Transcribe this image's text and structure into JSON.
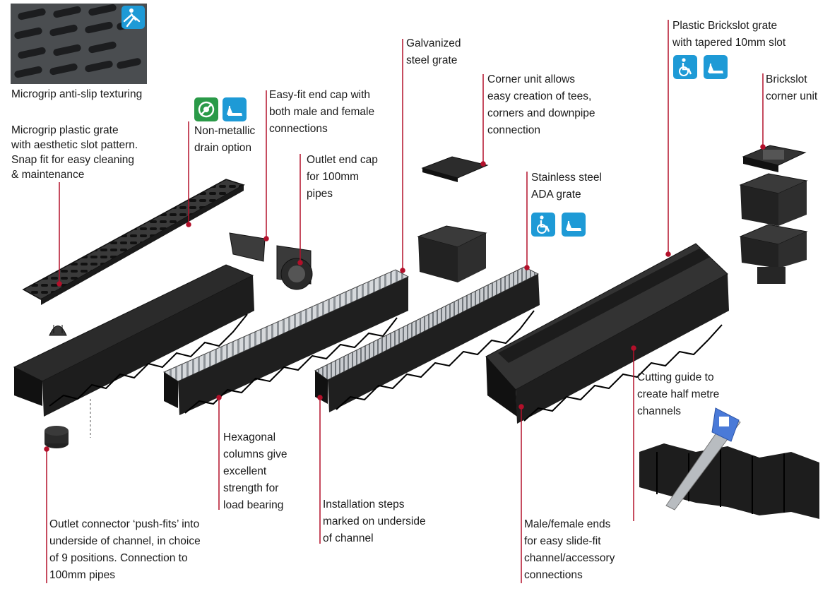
{
  "labels": {
    "micro_texturing": "Microgrip anti-slip texturing",
    "micro_grate": "Microgrip plastic grate\nwith aesthetic slot pattern.\nSnap fit for easy cleaning\n& maintenance",
    "non_metallic": "Non-metallic\ndrain option",
    "end_cap": "Easy-fit end cap with\nboth male and female\nconnections",
    "outlet_end_cap": "Outlet end cap\nfor 100mm\npipes",
    "galvanized": "Galvanized\nsteel grate",
    "corner_unit": "Corner unit allows\neasy creation of tees,\ncorners and downpipe\nconnection",
    "stainless": "Stainless steel\nADA grate",
    "plastic_brickslot": "Plastic Brickslot grate\nwith tapered 10mm slot",
    "brickslot_corner": "Brickslot\ncorner unit",
    "outlet_connector": "Outlet connector ‘push-fits’ into\nunderside of channel, in choice\nof 9 positions. Connection to\n100mm pipes",
    "hexagonal": "Hexagonal\ncolumns give\nexcellent\nstrength for\nload bearing",
    "installation_steps": "Installation steps\nmarked on underside\nof channel",
    "male_female": "Male/female ends\nfor easy slide-fit\nchannel/accessory\nconnections",
    "cutting_guide": "Cutting guide to\ncreate half metre\nchannels"
  },
  "icons": [
    "anti-slip-icon",
    "non-metallic-icon",
    "heel-guard-icon",
    "wheelchair-icon"
  ],
  "colors": {
    "leader": "#b3102a",
    "badge_blue": "#1e9ad6",
    "badge_green": "#2a9a48",
    "product_black": "#222222",
    "steel": "#c4c8cc"
  }
}
